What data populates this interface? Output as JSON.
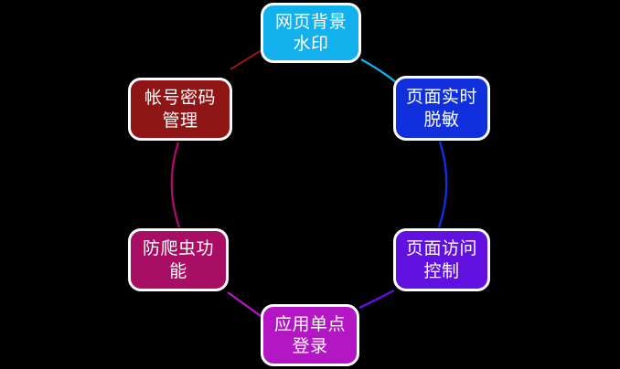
{
  "diagram": {
    "title": "",
    "background_color": "#000000",
    "node_border_color": "#ffffff",
    "node_text_color": "#ffffff",
    "layout": "hexagonal-cycle",
    "nodes": [
      {
        "id": "watermark",
        "label": "网页背景\n水印",
        "color": "#13B0EE",
        "position": "top"
      },
      {
        "id": "desensitize",
        "label": "页面实时\n脱敏",
        "color": "#1030DE",
        "position": "upper-right"
      },
      {
        "id": "access-control",
        "label": "页面访问\n控制",
        "color": "#6111E0",
        "position": "lower-right"
      },
      {
        "id": "sso",
        "label": "应用单点\n登录",
        "color": "#B317C4",
        "position": "bottom"
      },
      {
        "id": "anticrawler",
        "label": "防爬虫功\n能",
        "color": "#A80E63",
        "position": "lower-left"
      },
      {
        "id": "account",
        "label": "帐号密码\n管理",
        "color": "#8E1616",
        "position": "upper-left"
      }
    ],
    "links": [
      {
        "id": "account-watermark",
        "from": "account",
        "to": "watermark",
        "color": "#8E1616"
      },
      {
        "id": "watermark-desensitize",
        "from": "watermark",
        "to": "desensitize",
        "color": "#13B0EE"
      },
      {
        "id": "desensitize-access",
        "from": "desensitize",
        "to": "access-control",
        "color": "#1030DE"
      },
      {
        "id": "access-sso",
        "from": "access-control",
        "to": "sso",
        "color": "#6111E0"
      },
      {
        "id": "sso-anticrawler",
        "from": "sso",
        "to": "anticrawler",
        "color": "#B317C4"
      },
      {
        "id": "anticrawler-account",
        "from": "anticrawler",
        "to": "account",
        "color": "#A80E63"
      }
    ]
  }
}
